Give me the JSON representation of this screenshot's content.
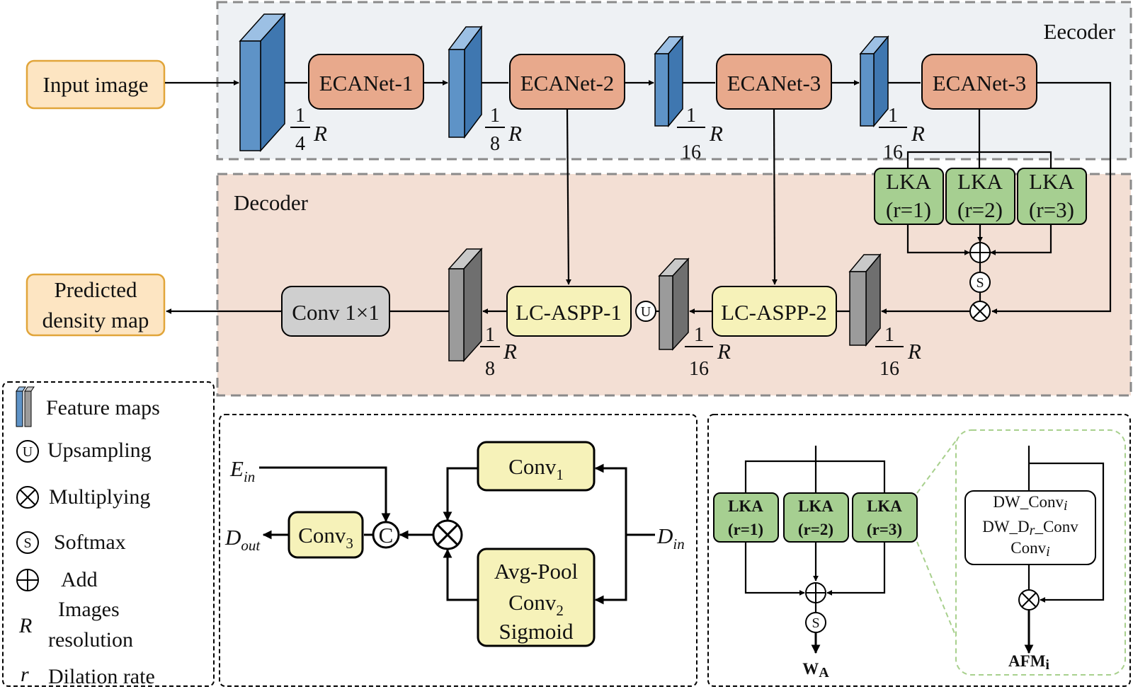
{
  "encoder": {
    "title": "Eecoder",
    "input_label": "Input image",
    "blocks": [
      "ECANet-1",
      "ECANet-2",
      "ECANet-3",
      "ECANet-3"
    ],
    "scales": [
      {
        "num": "1",
        "den": "4",
        "var": "R"
      },
      {
        "num": "1",
        "den": "8",
        "var": "R"
      },
      {
        "num": "1",
        "den": "16",
        "var": "R"
      },
      {
        "num": "1",
        "den": "16",
        "var": "R"
      }
    ]
  },
  "lka": {
    "name": "LKA",
    "rates": [
      "(r=1)",
      "(r=2)",
      "(r=3)"
    ],
    "softmax": "S"
  },
  "decoder": {
    "title": "Decoder",
    "output_label_1": "Predicted",
    "output_label_2": "density map",
    "conv": "Conv 1×1",
    "aspp1": "LC-ASPP-1",
    "aspp2": "LC-ASPP-2",
    "upsample": "U",
    "scales": [
      {
        "num": "1",
        "den": "8",
        "var": "R"
      },
      {
        "num": "1",
        "den": "16",
        "var": "R"
      },
      {
        "num": "1",
        "den": "16",
        "var": "R"
      }
    ]
  },
  "legend": {
    "feature_maps": "Feature maps",
    "upsampling_sym": "U",
    "upsampling": "Upsampling",
    "multiplying": "Multiplying",
    "softmax_sym": "S",
    "softmax": "Softmax",
    "add": "Add",
    "r_sym": "R",
    "images_1": "Images",
    "images_2": "resolution",
    "dil_sym": "r",
    "dilation": "Dilation rate"
  },
  "aspp_detail": {
    "e_in": "E",
    "e_in_sub": "in",
    "d_out": "D",
    "d_out_sub": "out",
    "d_in": "D",
    "d_in_sub": "in",
    "conv3": "Conv",
    "conv3_sub": "3",
    "conv1": "Conv",
    "conv1_sub": "1",
    "concat": "C",
    "avgpool": "Avg-Pool",
    "conv2": "Conv",
    "conv2_sub": "2",
    "sigmoid": "Sigmoid"
  },
  "lka_detail": {
    "name": "LKA",
    "rates": [
      "(r=1)",
      "(r=2)",
      "(r=3)"
    ],
    "softmax": "S",
    "out_w": "W",
    "out_w_sub": "A",
    "dw_conv": "DW_Conv",
    "dw_conv_sub": "i",
    "dw_d": "DW_D",
    "dw_d_sub": "r",
    "dw_d_tail": "_Conv",
    "conv_i": "Conv",
    "conv_i_sub": "i",
    "afm": "AFM",
    "afm_sub": "i"
  },
  "colors": {
    "encoder_bg": "#eef1f4",
    "decoder_bg": "#f3dfd4",
    "eca_fill": "#e8a98c",
    "lka_fill": "#a6cf91",
    "aspp_fill": "#f6f2b9",
    "io_fill": "#fde5c2",
    "io_stroke": "#e1a53a",
    "conv_fill": "#cfcfcf",
    "blue_front": "#5e93c7",
    "grey_front": "#9b9b9b",
    "lka_green_dash": "#a8d08d"
  }
}
